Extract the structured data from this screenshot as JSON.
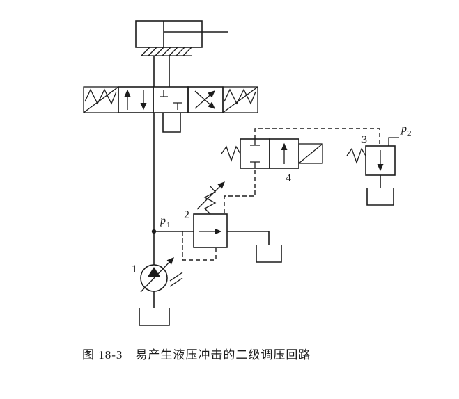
{
  "caption": {
    "prefix": "图 18-3",
    "title": "易产生液压冲击的二级调压回路"
  },
  "labels": {
    "pump": "1",
    "pilot_relief_valve": "2",
    "remote_relief_valve": "3",
    "solenoid_valve": "4",
    "pressure1_base": "p",
    "pressure1_sub": "1",
    "pressure2_base": "p",
    "pressure2_sub": "2"
  },
  "colors": {
    "line": "#1c1c1c",
    "background": "#ffffff"
  }
}
